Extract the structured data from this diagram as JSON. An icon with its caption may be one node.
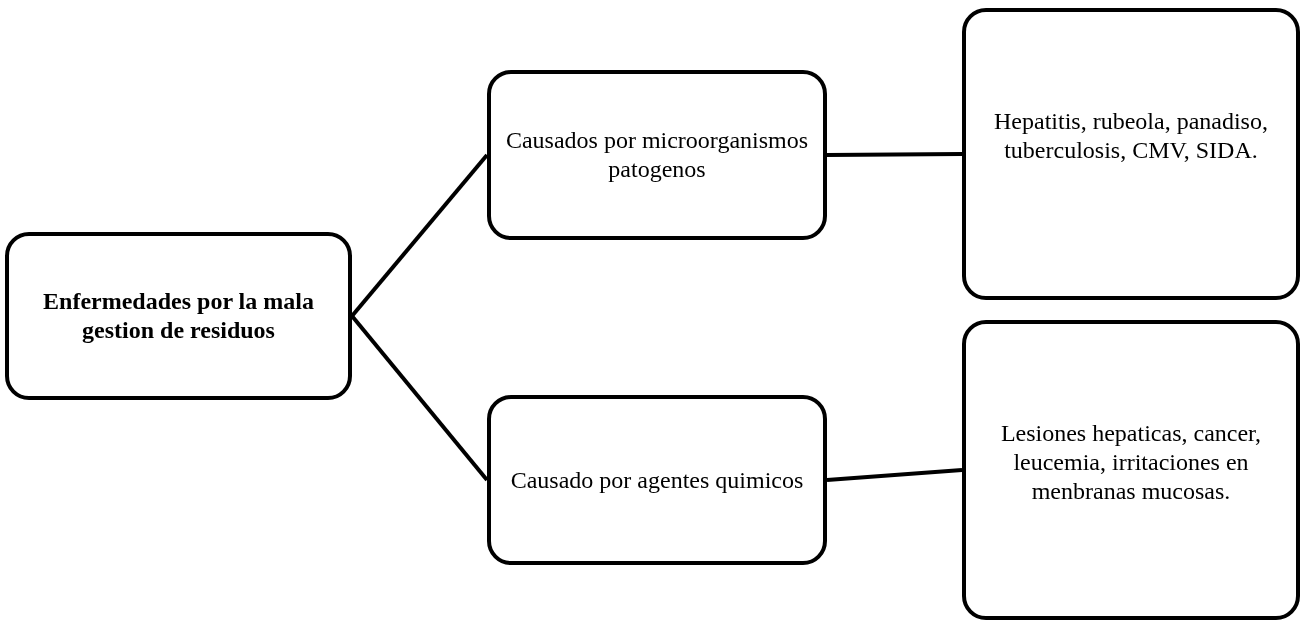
{
  "diagram": {
    "nodes": [
      {
        "text": [
          "Enfermedades por la mala gestion de residuos"
        ]
      },
      {
        "text": [
          "Causados por microorganismos patogenos"
        ]
      },
      {
        "text": [
          "Hepatitis, rubeola, panadiso, tuberculosis, CMV, SIDA."
        ]
      },
      {
        "text": [
          "Causado por agentes quimicos"
        ]
      },
      {
        "text": [
          "Lesiones hepaticas, cancer, leucemia, irritaciones en menbranas mucosas."
        ]
      }
    ],
    "edges": [
      {
        "from": 0,
        "to": 1,
        "arrow": "none"
      },
      {
        "from": 1,
        "to": 2,
        "arrow": "none"
      },
      {
        "from": 0,
        "to": 3,
        "arrow": "none"
      },
      {
        "from": 3,
        "to": 4,
        "arrow": "none"
      }
    ]
  }
}
